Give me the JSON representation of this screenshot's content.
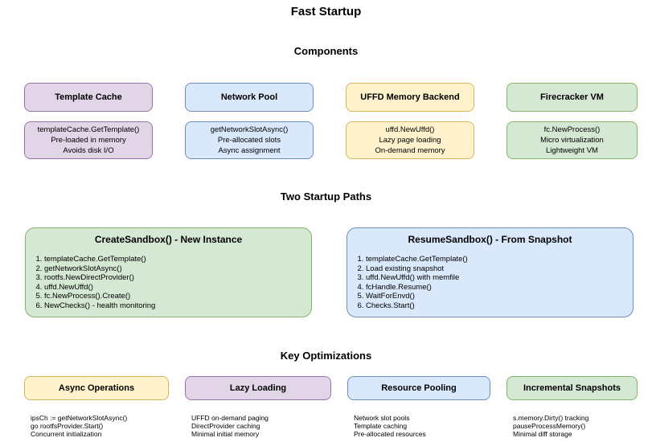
{
  "title": "Fast Startup",
  "colors": {
    "purple": {
      "fill": "#E1D5E7",
      "stroke": "#9673A6"
    },
    "blue": {
      "fill": "#DAE8FC",
      "stroke": "#6C8EBF"
    },
    "yellow": {
      "fill": "#FFF2CC",
      "stroke": "#D6B656"
    },
    "green": {
      "fill": "#D5E8D4",
      "stroke": "#82B366"
    }
  },
  "sections": {
    "components": {
      "heading": "Components",
      "items": [
        {
          "title": "Template Cache",
          "color": "purple",
          "lines": [
            "templateCache.GetTemplate()",
            "Pre-loaded in memory",
            "Avoids disk I/O"
          ]
        },
        {
          "title": "Network Pool",
          "color": "blue",
          "lines": [
            "getNetworkSlotAsync()",
            "Pre-allocated slots",
            "Async assignment"
          ]
        },
        {
          "title": "UFFD Memory Backend",
          "color": "yellow",
          "lines": [
            "uffd.NewUffd()",
            "Lazy page loading",
            "On-demand memory"
          ]
        },
        {
          "title": "Firecracker VM",
          "color": "green",
          "lines": [
            "fc.NewProcess()",
            "Micro virtualization",
            "Lightweight VM"
          ]
        }
      ]
    },
    "paths": {
      "heading": "Two Startup Paths",
      "items": [
        {
          "title": "CreateSandbox() - New Instance",
          "color": "green",
          "steps": [
            "templateCache.GetTemplate()",
            "getNetworkSlotAsync()",
            "rootfs.NewDirectProvider()",
            "uffd.NewUffd()",
            "fc.NewProcess().Create()",
            "NewChecks() - health monitoring"
          ]
        },
        {
          "title": "ResumeSandbox() - From Snapshot",
          "color": "blue",
          "steps": [
            "templateCache.GetTemplate()",
            "Load existing snapshot",
            "uffd.NewUffd() with memfile",
            "fcHandle.Resume()",
            "WaitForEnvd()",
            "Checks.Start()"
          ]
        }
      ]
    },
    "optimizations": {
      "heading": "Key Optimizations",
      "items": [
        {
          "title": "Async Operations",
          "color": "yellow",
          "lines": [
            "ipsCh := getNetworkSlotAsync()",
            "go rootfsProvider.Start()",
            "Concurrent initialization"
          ]
        },
        {
          "title": "Lazy Loading",
          "color": "purple",
          "lines": [
            "UFFD on-demand paging",
            "DirectProvider caching",
            "Minimal initial memory"
          ]
        },
        {
          "title": "Resource Pooling",
          "color": "blue",
          "lines": [
            "Network slot pools",
            "Template caching",
            "Pre-allocated resources"
          ]
        },
        {
          "title": "Incremental Snapshots",
          "color": "green",
          "lines": [
            "s.memory.Dirty() tracking",
            "pauseProcessMemory()",
            "Minimal diff storage"
          ]
        }
      ]
    }
  }
}
